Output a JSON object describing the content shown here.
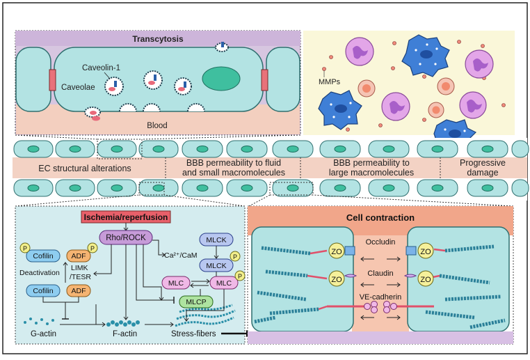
{
  "transcytosis_panel": {
    "title": "Transcytosis",
    "labels": {
      "caveolin": "Caveolin-1",
      "caveolae": "Caveolae",
      "blood": "Blood"
    }
  },
  "inflammation_panel": {
    "mmps_label": "MMPs"
  },
  "vessel_band": {
    "stages": [
      {
        "line1": "EC structural alterations",
        "line2": ""
      },
      {
        "line1": "BBB permeability to fluid",
        "line2": "and small macromolecules"
      },
      {
        "line1": "BBB permeability to",
        "line2": "large macromolecules"
      },
      {
        "line1": "Progressive",
        "line2": "damage"
      }
    ]
  },
  "signaling_panel": {
    "trigger": "Ischemia/reperfusion",
    "nodes": {
      "rho_rock": "Rho/ROCK",
      "mlck_top": "MLCK",
      "mlck": "MLCK",
      "calcium": "Ca²⁺/CaM",
      "cofilin_top": "Cofilin",
      "adf_top": "ADF",
      "cofilin_bottom": "Cofilin",
      "adf_bottom": "ADF",
      "limk_line1": "LIMK",
      "limk_line2": "/TESR",
      "deactivation": "Deactivation",
      "mlc_left": "MLC",
      "mlc_right": "MLC",
      "mlcp": "MLCP",
      "phospho": "P"
    },
    "bottom_labels": {
      "g_actin": "G-actin",
      "f_actin": "F-actin",
      "stress_fibers": "Stress-fibers"
    }
  },
  "contraction_panel": {
    "title": "Cell contraction",
    "zo_label": "ZO",
    "junctions": [
      "Occludin",
      "Claudin",
      "VE-cadherin"
    ]
  },
  "colors": {
    "endothelium": "#b3e3e3",
    "nucleus": "#3fbf9f",
    "lumen": "#f3cfbf",
    "signaling_bg": "#d4ecef",
    "contraction_header": "#f1a68a",
    "trigger": "#e8606a",
    "rock": "#c69bd8",
    "cofilin": "#8ecdf0",
    "adf": "#f5b472",
    "mlck": "#b8c7f0",
    "mlc": "#f0b8e6",
    "mlcp": "#aee3a0",
    "phospho": "#f3ef8b",
    "zo": "#f5f09a",
    "macrophage": "#3f7fd6",
    "neutrophil": "#e3a6e8",
    "rbc": "#f18a6e"
  }
}
